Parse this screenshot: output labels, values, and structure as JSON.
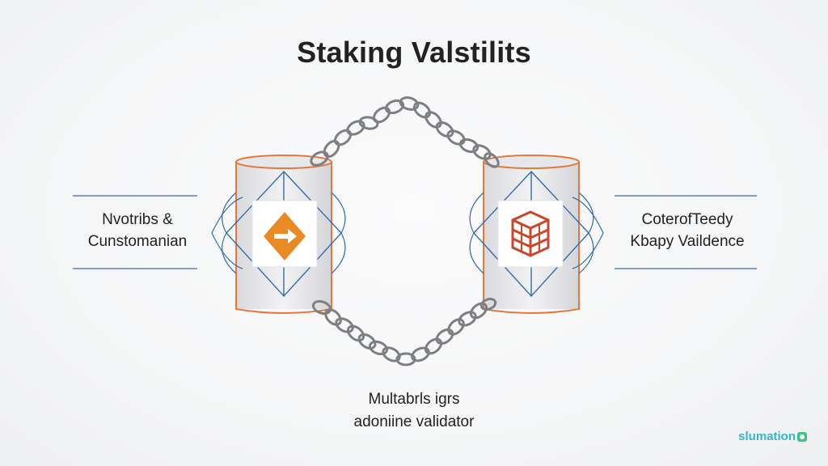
{
  "title": "Staking Valstilits",
  "left_label": {
    "line1": "Nvotribs &",
    "line2": "Cunstomanian"
  },
  "right_label": {
    "line1": "CoterofTeedy",
    "line2": "Kbapy Vaildence"
  },
  "bottom_label": {
    "line1": "Multabrls igrs",
    "line2": "adoniine validator"
  },
  "brand": "slumation",
  "colors": {
    "cylinder_outline": "#e07a3e",
    "diamond_line": "#2f6db3",
    "chain": "#7d7f83",
    "left_icon": "#ea8a25",
    "right_icon": "#c9482c",
    "brand": "#35b6c8"
  },
  "icons": {
    "left": "arrow-diamond-icon",
    "right": "stacked-blocks-icon"
  }
}
